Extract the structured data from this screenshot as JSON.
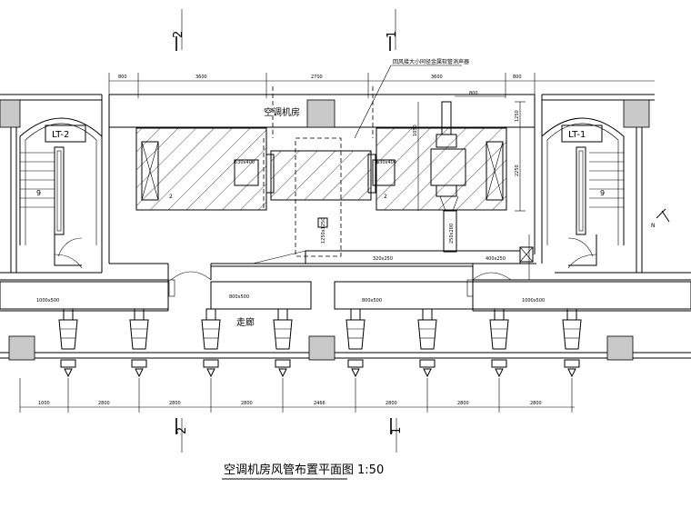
{
  "title": {
    "text": "空调机房风管布置平面图",
    "scale": "1:50"
  },
  "room": {
    "label": "空调机房"
  },
  "corridor": {
    "label": "走廊"
  },
  "stairs": [
    {
      "id": "LT-2"
    },
    {
      "id": "LT-1"
    }
  ],
  "annotation": {
    "text": "回风接大小同径金属软管消声器"
  },
  "top_dims": [
    "800",
    "3600",
    "2700",
    "3600",
    "800"
  ],
  "right_dim": "800",
  "vertical_dims": [
    "1250",
    "2250",
    "1050"
  ],
  "duct_sizes": {
    "a": "630x400",
    "b": "630x400",
    "c": "1250x1250",
    "d": "250x200",
    "e": "320x250",
    "f": "400x250",
    "g": "1000x500",
    "h": "800x500",
    "i": "800x500",
    "j": "1000x500"
  },
  "unit_numbers": [
    "2",
    "2"
  ],
  "bottom_dims": [
    "1000",
    "2800",
    "2800",
    "2800",
    "2466",
    "2800",
    "2800",
    "2800"
  ],
  "section_marks": {
    "top_left": "2",
    "top_right": "1",
    "bottom_left": "2",
    "bottom_right": "1"
  },
  "north_arrow": "N"
}
